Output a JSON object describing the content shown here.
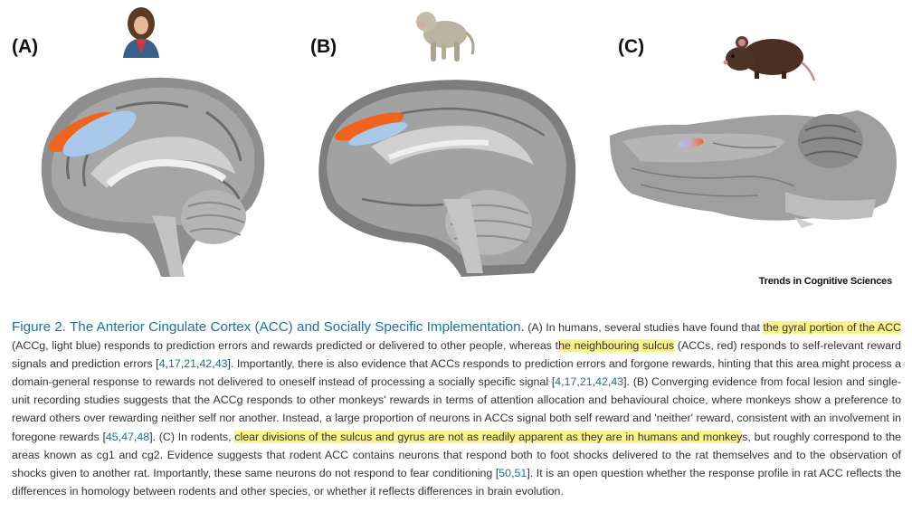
{
  "panels": {
    "a_label": "(A)",
    "b_label": "(B)",
    "c_label": "(C)"
  },
  "colors": {
    "acc_gyrus": "#a9c8ea",
    "acc_sulcus": "#f06420",
    "caption_title": "#1a70a8",
    "highlight": "#fbf38a"
  },
  "icons": [
    "human-woman-icon",
    "macaque-monkey-icon",
    "rat-icon"
  ],
  "journal_name": "Trends in Cognitive Sciences",
  "caption": {
    "title": "Figure 2. The Anterior Cingulate Cortex (ACC) and Socially Specific Implementation.",
    "p1": " (A) In humans, several studies have found that ",
    "hl1": "the gyral portion of the ACC",
    "p2": " (ACCg, light blue) responds to prediction errors and rewards predicted or delivered to other people, whereas t",
    "hl2": "he neighbouring sulcus",
    "p3": " (ACCs, red) responds to self-relevant reward signals and prediction errors [",
    "refs1": [
      "4",
      "17",
      "21",
      "42",
      "43"
    ],
    "p4": "]. Importantly, there is also evidence that ACCs responds to prediction errors and forgone rewards, hinting that this area might process a domain-general response to rewards not delivered to oneself instead of processing a socially specific signal [",
    "refs2": [
      "4",
      "17",
      "21",
      "42",
      "43"
    ],
    "p5": "]. (B) Converging evidence from focal lesion and single-unit recording studies suggests that the ACCg responds to other monkeys' rewards in terms of attention allocation and behavioural choice, where monkeys show a preference to reward others over rewarding neither self nor another. Instead, a large proportion of neurons in ACCs signal both self reward and 'neither' reward, consistent with an involvement in foregone rewards [",
    "refs3": [
      "45",
      "47",
      "48"
    ],
    "p6": "]. (C) In rodents, ",
    "hl3": "clear divisions of the sulcus and gyrus are not as readily apparent as they are in humans and monkey",
    "p7": "s, but roughly correspond to the areas known as cg1 and cg2. Evidence suggests that rodent ACC contains neurons that respond both to foot shocks delivered to the rat themselves and to the observation of shocks given to another rat. Importantly, these same neurons do not respond to fear conditioning [",
    "refs4": [
      "50",
      "51"
    ],
    "p8": "]. It is an open question whether the response profile in rat ACC reflects the differences in homology between rodents and other species, or whether it reflects differences in brain evolution."
  }
}
